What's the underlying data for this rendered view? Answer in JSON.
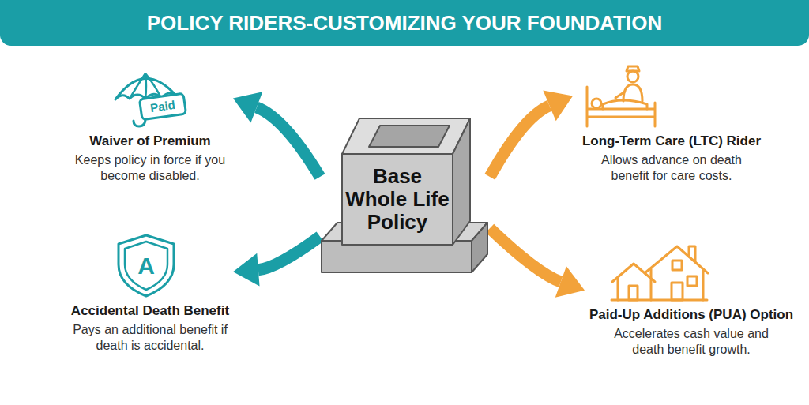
{
  "diagram": {
    "title": "POLICY RIDERS-CUSTOMIZING YOUR FOUNDATION",
    "nodes": [
      {
        "text": [
          "Base Whole Life Policy"
        ]
      },
      {
        "text": [
          "Waiver of Premium",
          "Keeps policy in force if you become disabled."
        ]
      },
      {
        "text": [
          "Long-Term Care (LTC) Rider",
          "Allows advance on death benefit for care costs."
        ]
      },
      {
        "text": [
          "Accidental Death Benefit",
          "Pays an additional benefit if death is accidental."
        ]
      },
      {
        "text": [
          "Paid-Up Additions (PUA) Option",
          "Accelerates cash value and death benefit growth."
        ]
      }
    ],
    "edges": [
      {
        "from": 0,
        "to": 1,
        "arrow": "to"
      },
      {
        "from": 0,
        "to": 2,
        "arrow": "to"
      },
      {
        "from": 0,
        "to": 3,
        "arrow": "to"
      },
      {
        "from": 0,
        "to": 4,
        "arrow": "to"
      }
    ],
    "labels": [
      "Paid",
      "A"
    ]
  }
}
